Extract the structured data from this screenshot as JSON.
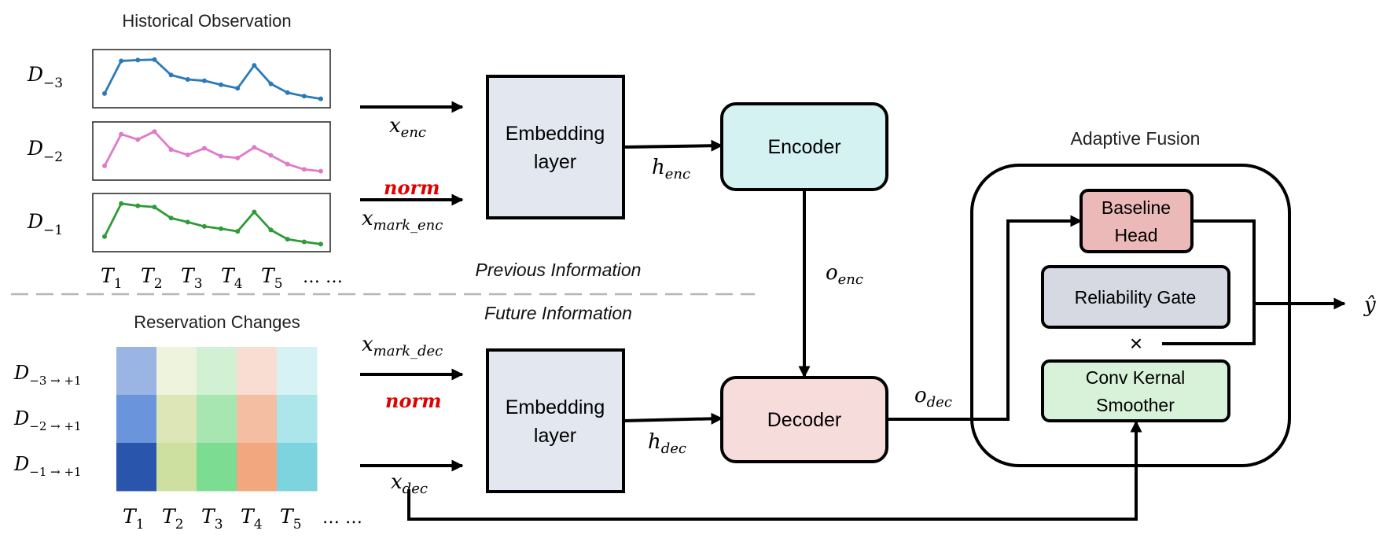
{
  "historical": {
    "title": "Historical Observation",
    "rows": [
      {
        "label": "D",
        "sub": "−3",
        "color": "#2a7ab8",
        "values": [
          0.18,
          0.92,
          0.94,
          0.95,
          0.6,
          0.5,
          0.47,
          0.38,
          0.3,
          0.82,
          0.4,
          0.2,
          0.12,
          0.06
        ]
      },
      {
        "label": "D",
        "sub": "−2",
        "color": "#e07ac8",
        "values": [
          0.18,
          0.9,
          0.78,
          0.96,
          0.55,
          0.43,
          0.58,
          0.4,
          0.36,
          0.6,
          0.42,
          0.22,
          0.1,
          0.06
        ]
      },
      {
        "label": "D",
        "sub": "−1",
        "color": "#2e9a38",
        "values": [
          0.2,
          0.95,
          0.9,
          0.87,
          0.62,
          0.53,
          0.43,
          0.38,
          0.32,
          0.76,
          0.35,
          0.14,
          0.08,
          0.03
        ]
      }
    ],
    "time_labels": [
      {
        "t": "T",
        "s": "1"
      },
      {
        "t": "T",
        "s": "2"
      },
      {
        "t": "T",
        "s": "3"
      },
      {
        "t": "T",
        "s": "4"
      },
      {
        "t": "T",
        "s": "5"
      }
    ],
    "ellipsis": "… …"
  },
  "reservation": {
    "title": "Reservation Changes",
    "row_labels": [
      {
        "label": "D",
        "sub": "−3 → +1"
      },
      {
        "label": "D",
        "sub": "−2 → +1"
      },
      {
        "label": "D",
        "sub": "−1 → +1"
      }
    ],
    "heatmap_colors": [
      [
        "#9ab5e3",
        "#edf3dc",
        "#d2f0d4",
        "#f9dcd2",
        "#d6f2f4"
      ],
      [
        "#6a94dc",
        "#dde6b7",
        "#a8e6b1",
        "#f4bea3",
        "#ade6ea"
      ],
      [
        "#2a55ad",
        "#cee0a0",
        "#7cdc92",
        "#f2a77f",
        "#7dd3de"
      ]
    ],
    "time_labels": [
      {
        "t": "T",
        "s": "1"
      },
      {
        "t": "T",
        "s": "2"
      },
      {
        "t": "T",
        "s": "3"
      },
      {
        "t": "T",
        "s": "4"
      },
      {
        "t": "T",
        "s": "5"
      }
    ],
    "ellipsis": "… …"
  },
  "divider": {
    "previous": "Previous Information",
    "future": "Future Information"
  },
  "symbols": {
    "x_enc": {
      "base": "x",
      "sub": "enc"
    },
    "x_mark_enc": {
      "base": "x",
      "sub": "mark_enc"
    },
    "x_mark_dec": {
      "base": "x",
      "sub": "mark_dec"
    },
    "x_dec": {
      "base": "x",
      "sub": "dec"
    },
    "norm_top": "norm",
    "norm_bottom": "norm",
    "h_enc": {
      "base": "h",
      "sub": "enc"
    },
    "h_dec": {
      "base": "h",
      "sub": "dec"
    },
    "o_enc": {
      "base": "o",
      "sub": "enc"
    },
    "o_dec": {
      "base": "o",
      "sub": "dec"
    },
    "y_hat": "ŷ",
    "times": "×"
  },
  "blocks": {
    "embedding_top": {
      "line1": "Embedding",
      "line2": "layer"
    },
    "embedding_bottom": {
      "line1": "Embedding",
      "line2": "layer"
    },
    "encoder": "Encoder",
    "decoder": "Decoder",
    "fusion_title": "Adaptive Fusion",
    "baseline": {
      "line1": "Baseline",
      "line2": "Head"
    },
    "gate": "Reliability Gate",
    "smoother": {
      "line1": "Conv Kernal",
      "line2": "Smoother"
    }
  },
  "colors": {
    "embedding": "#e3e7f0",
    "encoder": "#d5f2f3",
    "decoder": "#f7dcdc",
    "baseline": "#ebb9b7",
    "gate": "#d6d9e2",
    "smoother": "#d7f2d8",
    "norm": "#e00000",
    "divider": "#b5b5b5"
  }
}
